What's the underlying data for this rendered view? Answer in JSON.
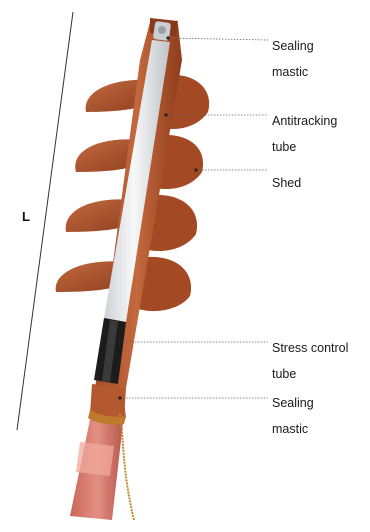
{
  "figure": {
    "dimension_label": "L",
    "callouts": [
      {
        "line1": "Sealing",
        "line2": "mastic"
      },
      {
        "line1": "Antitracking",
        "line2": "tube"
      },
      {
        "line1": "Shed",
        "line2": ""
      },
      {
        "line1": "Stress control",
        "line2": "tube"
      },
      {
        "line1": "Sealing",
        "line2": "mastic"
      }
    ]
  },
  "colors": {
    "housing": "#b85a32",
    "housing_shadow": "#8a3a1c",
    "tube_white": "#e9ecef",
    "stress_black": "#1c1c1c",
    "cable_red": "#d97b6f",
    "cable_light": "#f0a99c",
    "wire_gold": "#c08a2a"
  }
}
